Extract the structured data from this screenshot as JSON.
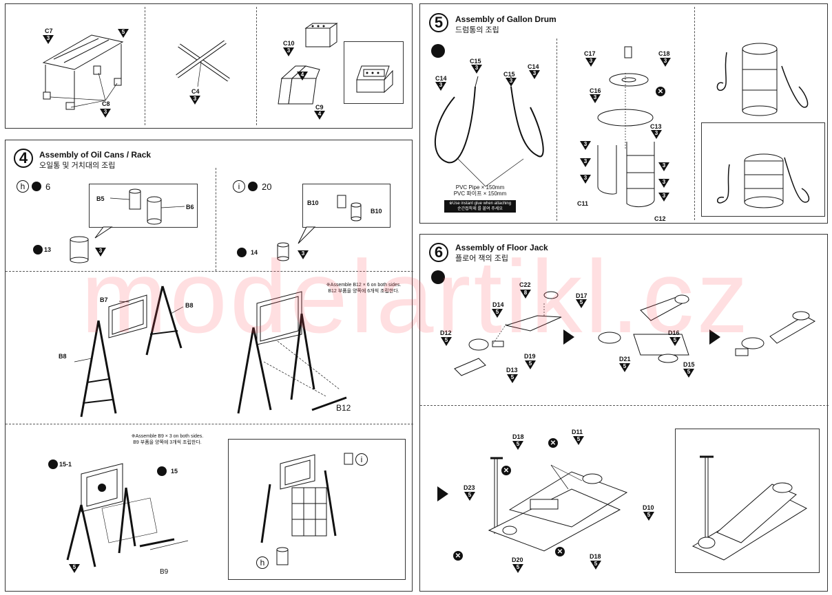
{
  "top_panel": {
    "c7": "C7",
    "c8": "C8",
    "c4": "C4",
    "c10": "C10",
    "c9": "C9",
    "n5": "5",
    "n3": "3",
    "n4": "4"
  },
  "step4": {
    "number": "4",
    "title_en": "Assembly of Oil Cans / Rack",
    "title_ko": "오일통 및 거치대의 조립",
    "h_label": "h",
    "h_count": "6",
    "i_label": "i",
    "i_count": "20",
    "b5": "B5",
    "b6": "B6",
    "b10a": "B10",
    "b10b": "B10",
    "star13": "13",
    "star14": "14",
    "b7": "B7",
    "b8a": "B8",
    "b8b": "B8",
    "b12": "B12",
    "note_b12_en": "※Assemble B12 × 6 on both sides.",
    "note_b12_ko": "B12 부품을 양쪽에 6개씩 조립한다.",
    "note_b9_en": "※Assemble B9 × 3 on both sides.",
    "note_b9_ko": "B9 부품을 양쪽에 3개씩 조립한다.",
    "star151": "15-1",
    "star15": "15",
    "b9": "B9"
  },
  "step5": {
    "number": "5",
    "title_en": "Assembly of Gallon Drum",
    "title_ko": "드럼통의 조립",
    "c14a": "C14",
    "c15a": "C15",
    "c15b": "C15",
    "c14b": "C14",
    "pipe_en": "PVC Pipe × 150mm",
    "pipe_ko": "PVC 파이프 × 150mm",
    "glue_en": "※Use instant glue when attaching",
    "glue_ko": "순간접착제 를 붙여 주세요",
    "c17": "C17",
    "c18": "C18",
    "c16": "C16",
    "c13": "C13",
    "c11": "C11",
    "c12": "C12"
  },
  "step6": {
    "number": "6",
    "title_en": "Assembly of Floor Jack",
    "title_ko": "플로어 잭의 조립",
    "c22": "C22",
    "d17": "D17",
    "d14": "D14",
    "d12": "D12",
    "d19": "D19",
    "d13": "D13",
    "d16": "D16",
    "d21": "D21",
    "d15": "D15",
    "d18a": "D18",
    "d11": "D11",
    "d23": "D23",
    "d10": "D10",
    "d20": "D20",
    "d18b": "D18",
    "n8": "8"
  },
  "watermark": "modelartikl.cz"
}
